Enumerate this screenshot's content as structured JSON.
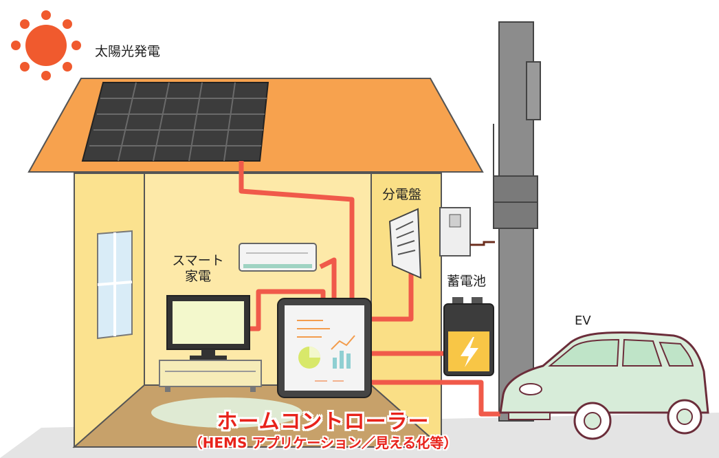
{
  "labels": {
    "solar": "太陽光発電",
    "distribution_board": "分電盤",
    "smart_appliance_line1": "スマート",
    "smart_appliance_line2": "家電",
    "battery": "蓄電池",
    "ev": "EV",
    "home_controller": "ホームコントローラー",
    "home_controller_sub": "（HEMS アプリケーション／見える化等）"
  },
  "colors": {
    "wire": "#f05a4a",
    "roof": "#f7a24e",
    "wall": "#fbe28f",
    "sun": "#f05a2e",
    "car": "#d7ecd9",
    "title": "#e8231b"
  }
}
